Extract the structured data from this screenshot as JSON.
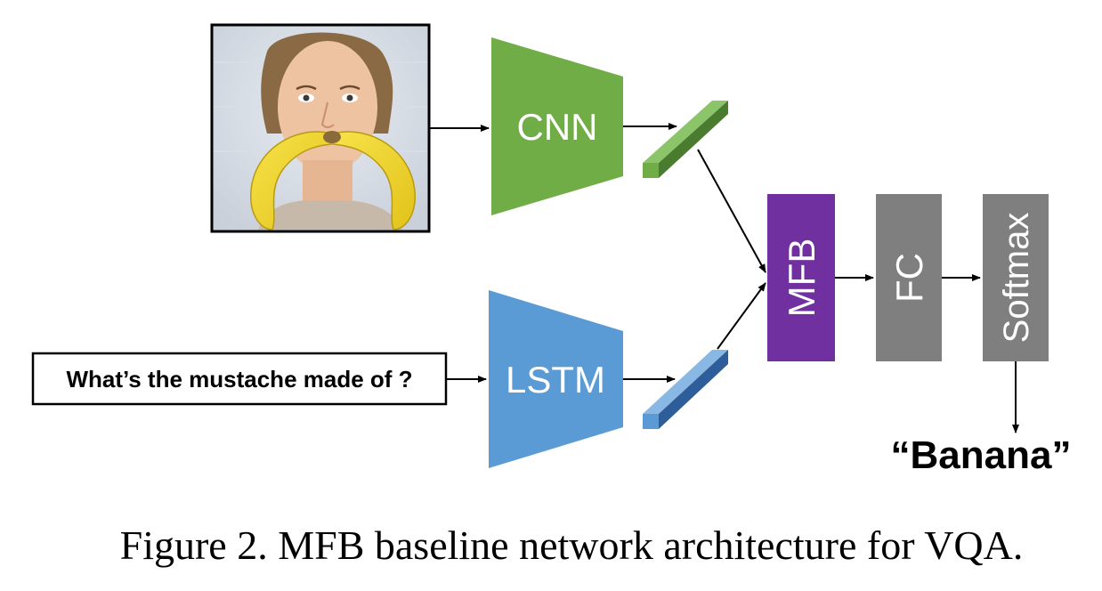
{
  "diagram": {
    "image_input": {
      "icon": "photo-of-face-with-banana-mustache"
    },
    "question": "What’s the mustache made of ?",
    "cnn_label": "CNN",
    "lstm_label": "LSTM",
    "mfb_label": "MFB",
    "fc_label": "FC",
    "softmax_label": "Softmax",
    "answer": "“Banana”",
    "colors": {
      "cnn": "#70AD47",
      "cnn_feature": "#5B8F3A",
      "lstm": "#5B9BD5",
      "lstm_feature": "#2E75B6",
      "mfb": "#7030A0",
      "fc": "#7F7F7F",
      "softmax": "#7F7F7F"
    }
  },
  "caption": "Figure 2. MFB baseline network architecture for VQA."
}
